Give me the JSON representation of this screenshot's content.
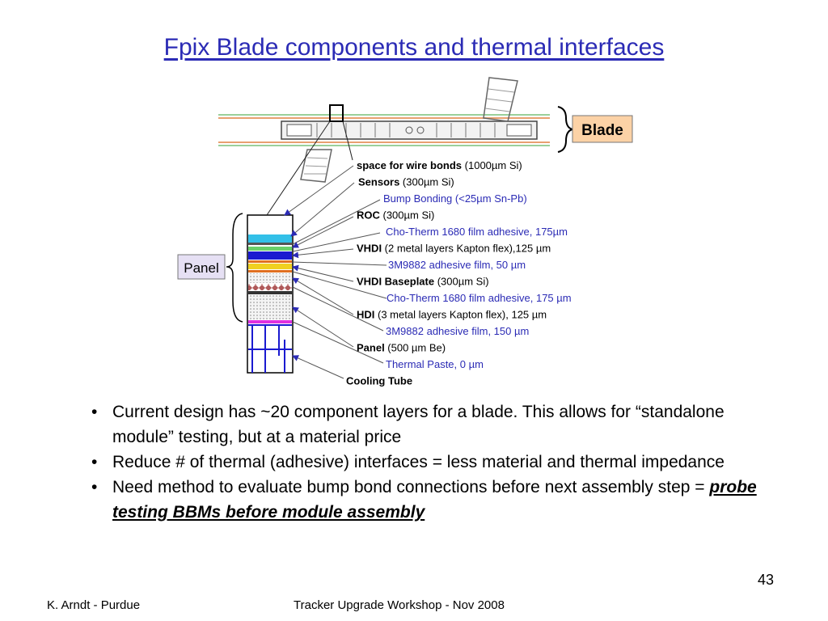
{
  "title": "Fpix Blade components and thermal interfaces",
  "diagram": {
    "blade_label": "Blade",
    "panel_label": "Panel",
    "layers": [
      {
        "name": "space for wire bonds",
        "detail": " (1000µm Si)",
        "bold": true,
        "color": "#000000"
      },
      {
        "name": "Sensors",
        "detail": " (300µm Si)",
        "bold": true,
        "color": "#000000"
      },
      {
        "name": "Bump Bonding (<25µm Sn-Pb)",
        "detail": "",
        "bold": false,
        "color": "#2b2bb5"
      },
      {
        "name": "ROC",
        "detail": " (300µm Si)",
        "bold": true,
        "color": "#000000"
      },
      {
        "name": "Cho-Therm 1680 film adhesive, 175µm",
        "detail": "",
        "bold": false,
        "color": "#2b2bb5"
      },
      {
        "name": "VHDI",
        "detail": " (2 metal layers Kapton flex),125 µm",
        "bold": true,
        "color": "#000000"
      },
      {
        "name": "3M9882 adhesive film, 50 µm",
        "detail": "",
        "bold": false,
        "color": "#2b2bb5"
      },
      {
        "name": "VHDI Baseplate",
        "detail": " (300µm Si)",
        "bold": true,
        "color": "#000000"
      },
      {
        "name": "Cho-Therm 1680 film adhesive, 175 µm",
        "detail": "",
        "bold": false,
        "color": "#2b2bb5"
      },
      {
        "name": "HDI",
        "detail": " (3 metal layers Kapton flex), 125 µm",
        "bold": true,
        "color": "#000000"
      },
      {
        "name": "3M9882 adhesive film, 150 µm",
        "detail": "",
        "bold": false,
        "color": "#2b2bb5"
      },
      {
        "name": "Panel",
        "detail": " (500 µm Be)",
        "bold": true,
        "color": "#000000"
      },
      {
        "name": "Thermal Paste, 0 µm",
        "detail": "",
        "bold": false,
        "color": "#2b2bb5"
      },
      {
        "name": "Cooling Tube",
        "detail": "",
        "bold": true,
        "color": "#000000"
      }
    ]
  },
  "bullets": [
    {
      "text": "Current design has ~20 component layers for a blade.  This allows for “standalone module” testing, but at a material price",
      "emphasis": ""
    },
    {
      "text": "Reduce # of thermal (adhesive) interfaces = less material and thermal impedance",
      "emphasis": ""
    },
    {
      "text": "Need method to evaluate bump bond connections before next assembly step = ",
      "emphasis": "probe testing BBMs before module assembly"
    }
  ],
  "bullet_glyph": "•",
  "slide_number": "43",
  "footer": {
    "left": "K. Arndt - Purdue",
    "center": "Tracker Upgrade Workshop - Nov 2008"
  },
  "colors": {
    "title": "#2b2bb5",
    "arrow": "#2b2bb5",
    "blade_box": "#fcd2a6",
    "panel_box": "#e6e0f4"
  }
}
